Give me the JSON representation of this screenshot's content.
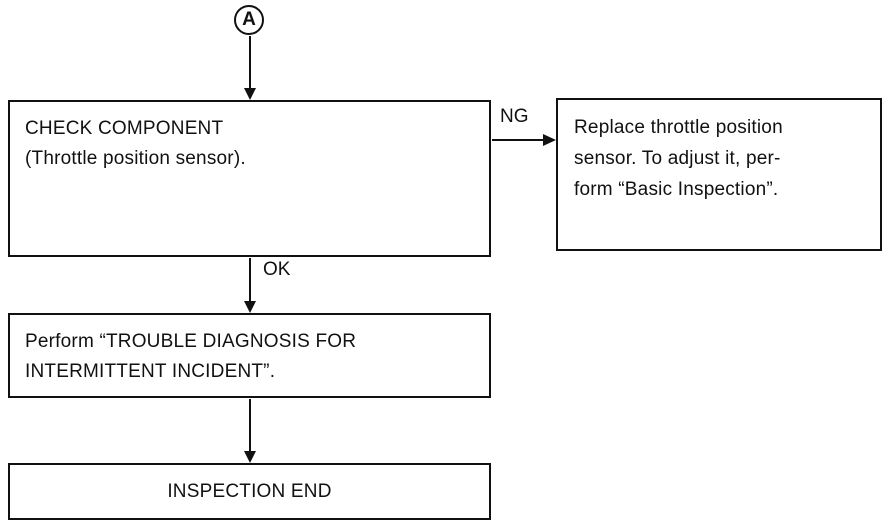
{
  "connector": {
    "label": "A"
  },
  "check_component": {
    "line1": "CHECK COMPONENT",
    "line2": "(Throttle position sensor)."
  },
  "ng_branch": {
    "label": "NG",
    "line1": "Replace throttle position",
    "line2": "sensor. To adjust it, per-",
    "line3": "form “Basic Inspection”."
  },
  "ok_branch": {
    "label": "OK"
  },
  "perform_diagnosis": {
    "line1": "Perform “TROUBLE DIAGNOSIS FOR",
    "line2": "INTERMITTENT INCIDENT”."
  },
  "inspection_end": {
    "label": "INSPECTION END"
  }
}
